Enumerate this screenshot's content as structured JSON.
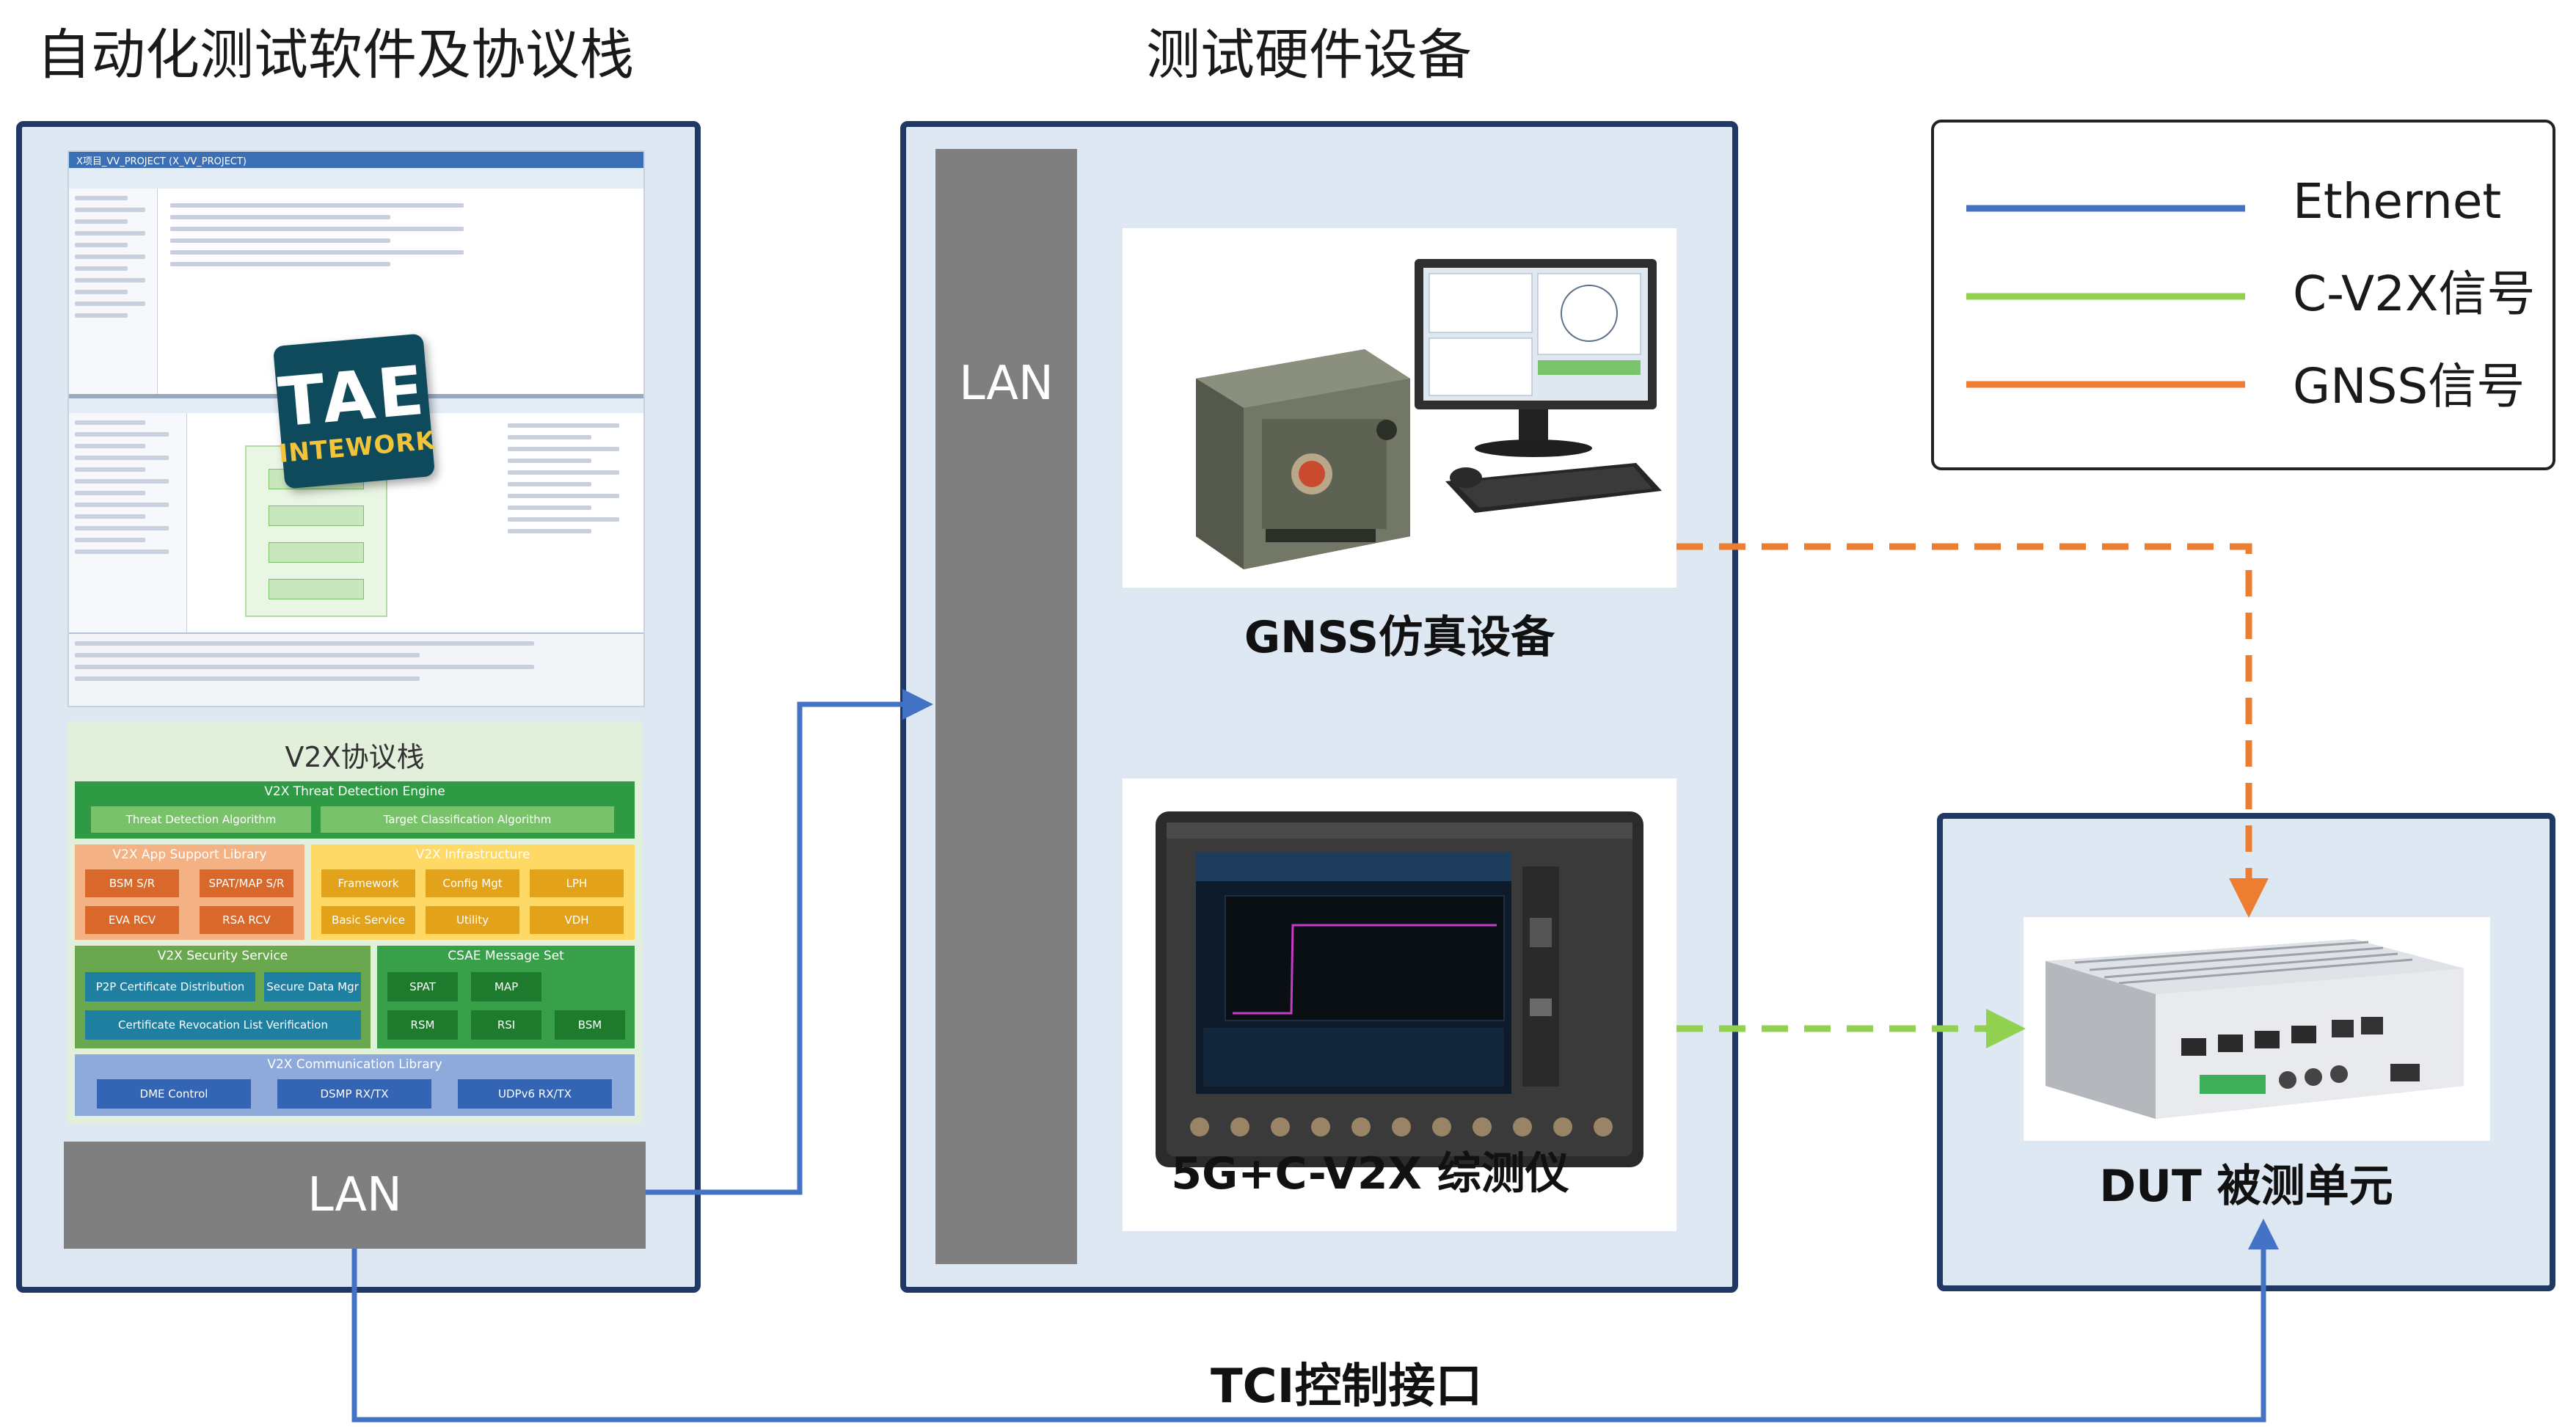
{
  "titles": {
    "software": "自动化测试软件及协议栈",
    "hardware": "测试硬件设备"
  },
  "software_panel": {
    "screenshot_title": "X项目_VV_PROJECT (X_VV_PROJECT)",
    "logo_line1": "TAE",
    "logo_line2": "INTEWORK",
    "lan_label": "LAN"
  },
  "v2x_stack": {
    "title": "V2X协议栈",
    "threat_engine": {
      "title": "V2X Threat Detection Engine",
      "cells": [
        "Threat Detection Algorithm",
        "Target Classification Algorithm"
      ]
    },
    "app_support": {
      "title": "V2X App Support Library",
      "cells": [
        "BSM S/R",
        "SPAT/MAP S/R",
        "EVA RCV",
        "RSA RCV"
      ]
    },
    "infrastructure": {
      "title": "V2X Infrastructure",
      "cells": [
        "Framework",
        "Config Mgt",
        "LPH",
        "Basic Service",
        "Utility",
        "VDH"
      ]
    },
    "security": {
      "title": "V2X Security Service",
      "cells": [
        "P2P Certificate Distribution",
        "Secure Data Mgr",
        "Certificate Revocation List Verification"
      ]
    },
    "csae": {
      "title": "CSAE Message Set",
      "cells": [
        "SPAT",
        "MAP",
        "RSM",
        "RSI",
        "BSM"
      ]
    },
    "comm": {
      "title": "V2X Communication Library",
      "cells": [
        "DME Control",
        "DSMP RX/TX",
        "UDPv6 RX/TX"
      ]
    }
  },
  "hardware_panel": {
    "lan_label": "LAN",
    "gnss_label": "GNSS仿真设备",
    "tester_label": "5G+C-V2X 综测仪"
  },
  "dut": {
    "label": "DUT 被测单元"
  },
  "tci_label": "TCI控制接口",
  "legend": [
    {
      "label": "Ethernet",
      "color": "#4472c4"
    },
    {
      "label": "C-V2X信号",
      "color": "#92d050"
    },
    {
      "label": "GNSS信号",
      "color": "#ed7d31"
    }
  ],
  "colors": {
    "ethernet": "#4472c4",
    "cv2x": "#92d050",
    "gnss": "#ed7d31",
    "panel_border": "#1f3864",
    "panel_fill": "#dde8f3"
  }
}
